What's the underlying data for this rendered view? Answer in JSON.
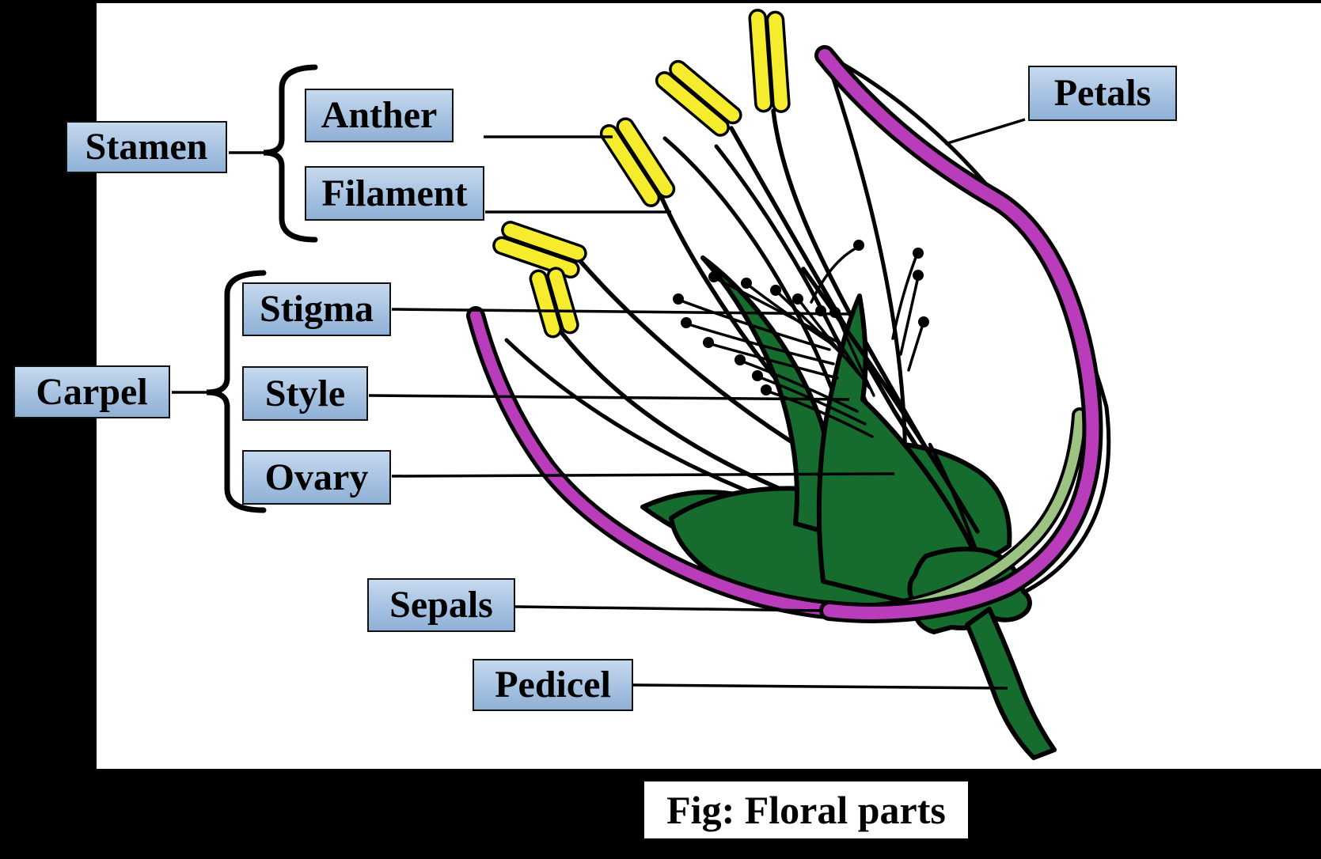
{
  "figure": {
    "caption": "Fig: Floral parts"
  },
  "groups": {
    "stamen": {
      "label": "Stamen",
      "parts": {
        "anther": {
          "label": "Anther"
        },
        "filament": {
          "label": "Filament"
        }
      }
    },
    "carpel": {
      "label": "Carpel",
      "parts": {
        "stigma": {
          "label": "Stigma"
        },
        "style": {
          "label": "Style"
        },
        "ovary": {
          "label": "Ovary"
        }
      }
    }
  },
  "labels": {
    "petals": {
      "label": "Petals"
    },
    "sepals": {
      "label": "Sepals"
    },
    "pedicel": {
      "label": "Pedicel"
    }
  },
  "colors": {
    "label_box_fill_top": "#c6d9ee",
    "label_box_fill_bottom": "#8fb0d6",
    "label_box_border": "#111111",
    "petal_magenta": "#b93dba",
    "sepal_dark_green": "#166b2e",
    "sepal_pale_green": "#9dc383",
    "anther_yellow": "#f5ec2e",
    "outline_black": "#000000",
    "frame_black": "#000000",
    "background_white": "#ffffff"
  }
}
